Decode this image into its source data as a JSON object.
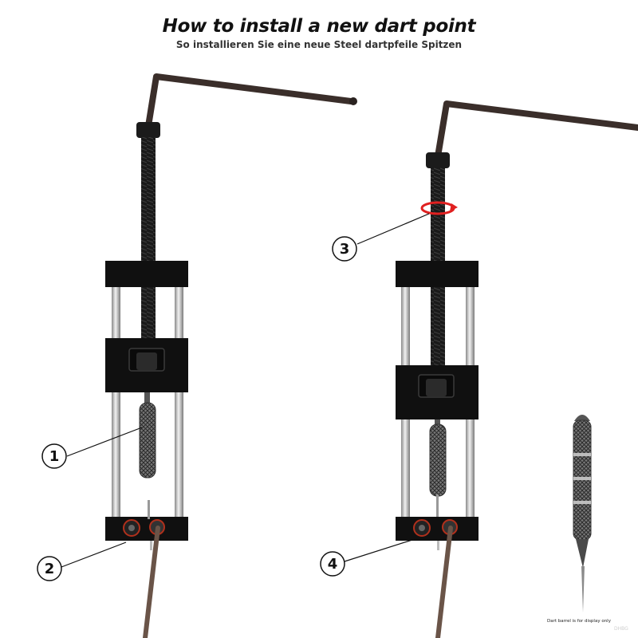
{
  "header": {
    "title": "How to install a new dart point",
    "subtitle": "So installieren Sie eine neue Steel dartpfeile Spitzen"
  },
  "steps": [
    {
      "number": "1"
    },
    {
      "number": "2"
    },
    {
      "number": "3"
    },
    {
      "number": "4"
    }
  ],
  "footnote": "Dart barrel is for display only",
  "watermark": "DHBG",
  "colors": {
    "frame": "#111111",
    "rod": "#c9c9c9",
    "wrench": "#3a2e2a",
    "rotate_arrow": "#e02020",
    "accent_ring": "#b0301c"
  }
}
